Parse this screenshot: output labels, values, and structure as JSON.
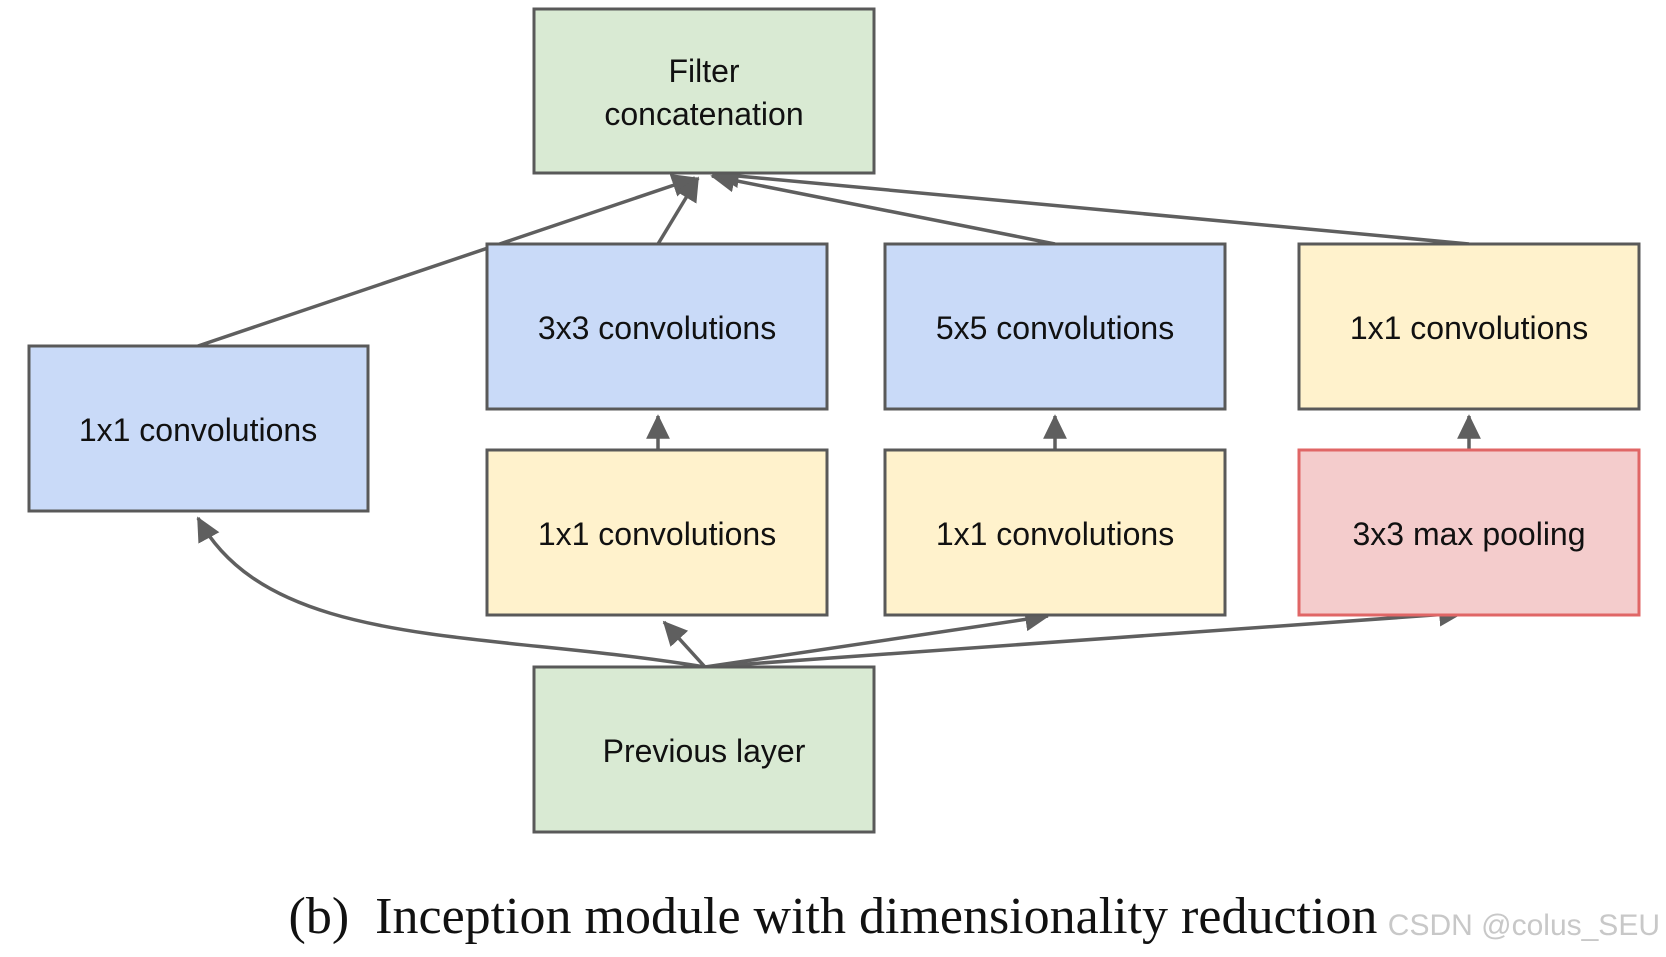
{
  "colors": {
    "green": "#d9ead3",
    "blue": "#c9daf8",
    "yellow": "#fff2cc",
    "pink": "#f4cccc",
    "pink_border": "#e06666",
    "edge": "#5f5f5f"
  },
  "boxes": {
    "filter_concat": {
      "line1": "Filter",
      "line2": "concatenation"
    },
    "conv1x1_direct": {
      "label": "1x1 convolutions"
    },
    "conv3x3": {
      "label": "3x3 convolutions"
    },
    "conv5x5": {
      "label": "5x5 convolutions"
    },
    "conv1x1_pool_proj": {
      "label": "1x1 convolutions"
    },
    "conv1x1_reduce_3x3": {
      "label": "1x1 convolutions"
    },
    "conv1x1_reduce_5x5": {
      "label": "1x1 convolutions"
    },
    "maxpool3x3": {
      "label": "3x3 max pooling"
    },
    "previous_layer": {
      "label": "Previous layer"
    }
  },
  "caption": "(b)  Inception module with dimensionality reduction",
  "watermark": "CSDN @colus_SEU"
}
